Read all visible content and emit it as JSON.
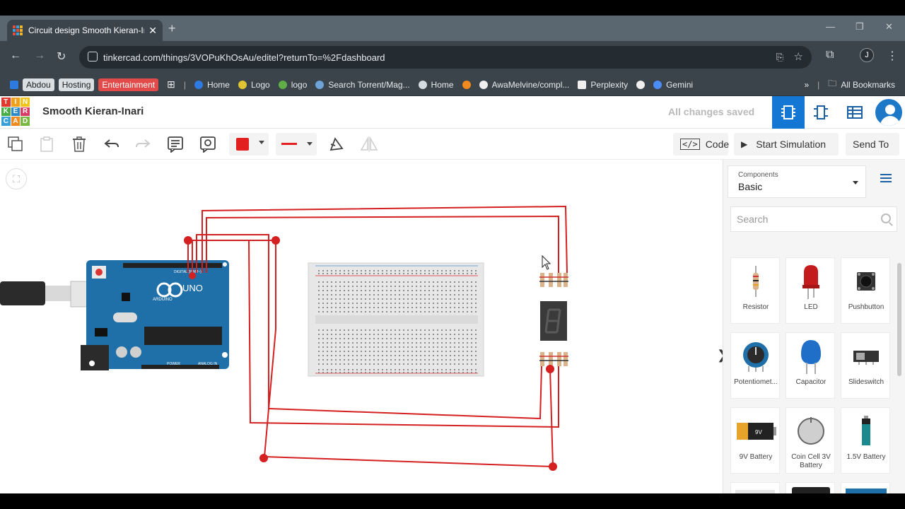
{
  "browser": {
    "tab_title": "Circuit design Smooth Kieran-In",
    "tab_close": "✕",
    "new_tab": "+",
    "url": "tinkercad.com/things/3VOPuKhOsAu/editel?returnTo=%2Fdashboard",
    "profile_initial": "J"
  },
  "bookmarks": {
    "items": [
      "Abdou",
      "Hosting",
      "Entertainment",
      "Home",
      "Logo",
      "logo",
      "Search Torrent/Mag...",
      "Home",
      "AwaMelvine/compl...",
      "Perplexity",
      "Gemini"
    ],
    "more": "»",
    "all": "All Bookmarks"
  },
  "app": {
    "logo_letters": [
      "T",
      "I",
      "N",
      "K",
      "E",
      "R",
      "C",
      "A",
      "D"
    ],
    "logo_colors": [
      "#e2372c",
      "#f0a01f",
      "#f0c419",
      "#48ad46",
      "#2b89c6",
      "#d63c64",
      "#3aa0d8",
      "#f08a1f",
      "#79b943"
    ],
    "project_name": "Smooth Kieran-Inari",
    "save_status": "All changes saved",
    "accent": "#1477d4"
  },
  "toolbar": {
    "code": "Code",
    "start_simulation": "Start Simulation",
    "send_to": "Send To",
    "wire_color": "#e32020"
  },
  "panel": {
    "components_label": "Components",
    "components_value": "Basic",
    "search_placeholder": "Search",
    "items": [
      {
        "label": "Resistor",
        "icon": "resistor-icon"
      },
      {
        "label": "LED",
        "icon": "led-icon"
      },
      {
        "label": "Pushbutton",
        "icon": "pushbutton-icon"
      },
      {
        "label": "Potentiomet...",
        "icon": "potentiometer-icon"
      },
      {
        "label": "Capacitor",
        "icon": "capacitor-icon"
      },
      {
        "label": "Slideswitch",
        "icon": "slideswitch-icon"
      },
      {
        "label": "9V Battery",
        "icon": "battery-9v-icon"
      },
      {
        "label": "Coin Cell 3V Battery",
        "icon": "coin-cell-icon"
      },
      {
        "label": "1.5V Battery",
        "icon": "battery-aa-icon"
      }
    ]
  },
  "canvas": {
    "arduino_label": "UNO",
    "arduino_brand": "ARDUINO",
    "arduino_header_digital": "DIGITAL (PWM~)",
    "arduino_header_power": "POWER",
    "arduino_header_analog": "ANALOG IN",
    "battery_label": "9V",
    "wire_color": "#d42020",
    "board_color": "#1f6fa8"
  }
}
